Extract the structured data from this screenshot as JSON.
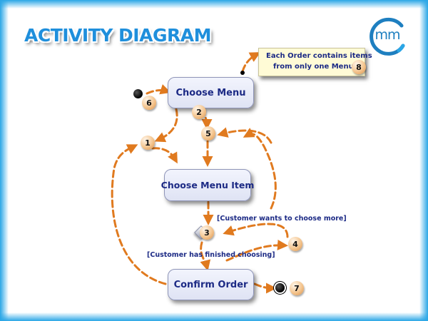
{
  "title": "ACTIVITY DIAGRAM",
  "logo": {
    "text": "mm",
    "ring_color": "#1e7fc0",
    "accent_color": "#2aa6e6"
  },
  "colors": {
    "arrow": "#e07a1f",
    "activity_text": "#1c2a85",
    "title": "#1f8fdc",
    "frame": "#2aa6e6",
    "note_fill": "#fffbd6",
    "badge": "#f4c58f"
  },
  "activities": {
    "choose_menu": "Choose Menu",
    "choose_menu_item": "Choose Menu Item",
    "confirm_order": "Confirm Order"
  },
  "guards": {
    "wants_more": "[Customer wants to choose more]",
    "finished": "[Customer has finished choosing]"
  },
  "note": {
    "line1": "Each Order contains items",
    "line2": "from only one Menu"
  },
  "badges": [
    "1",
    "2",
    "3",
    "4",
    "5",
    "6",
    "7",
    "8"
  ]
}
